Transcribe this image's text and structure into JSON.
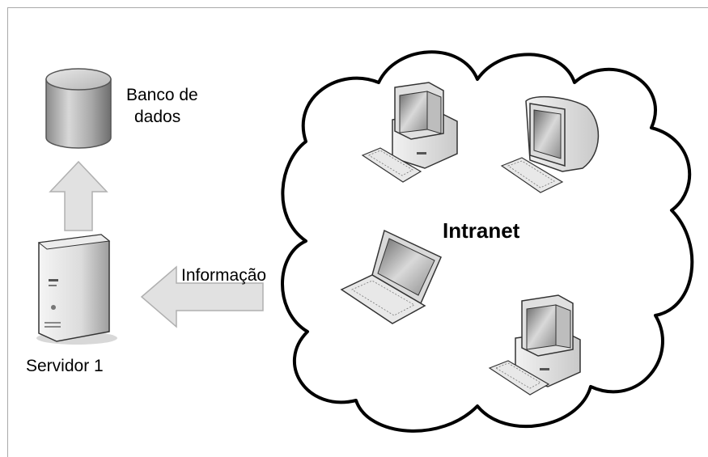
{
  "diagram": {
    "database": {
      "label_line1": "Banco de",
      "label_line2": "dados"
    },
    "server": {
      "label": "Servidor 1"
    },
    "flow": {
      "label": "Informação"
    },
    "cloud": {
      "label": "Intranet"
    },
    "colors": {
      "arrow_fill": "#e1e1e1",
      "arrow_stroke": "#b0b0b0",
      "cloud_stroke": "#000000",
      "frame": "#a9a9a9"
    }
  }
}
